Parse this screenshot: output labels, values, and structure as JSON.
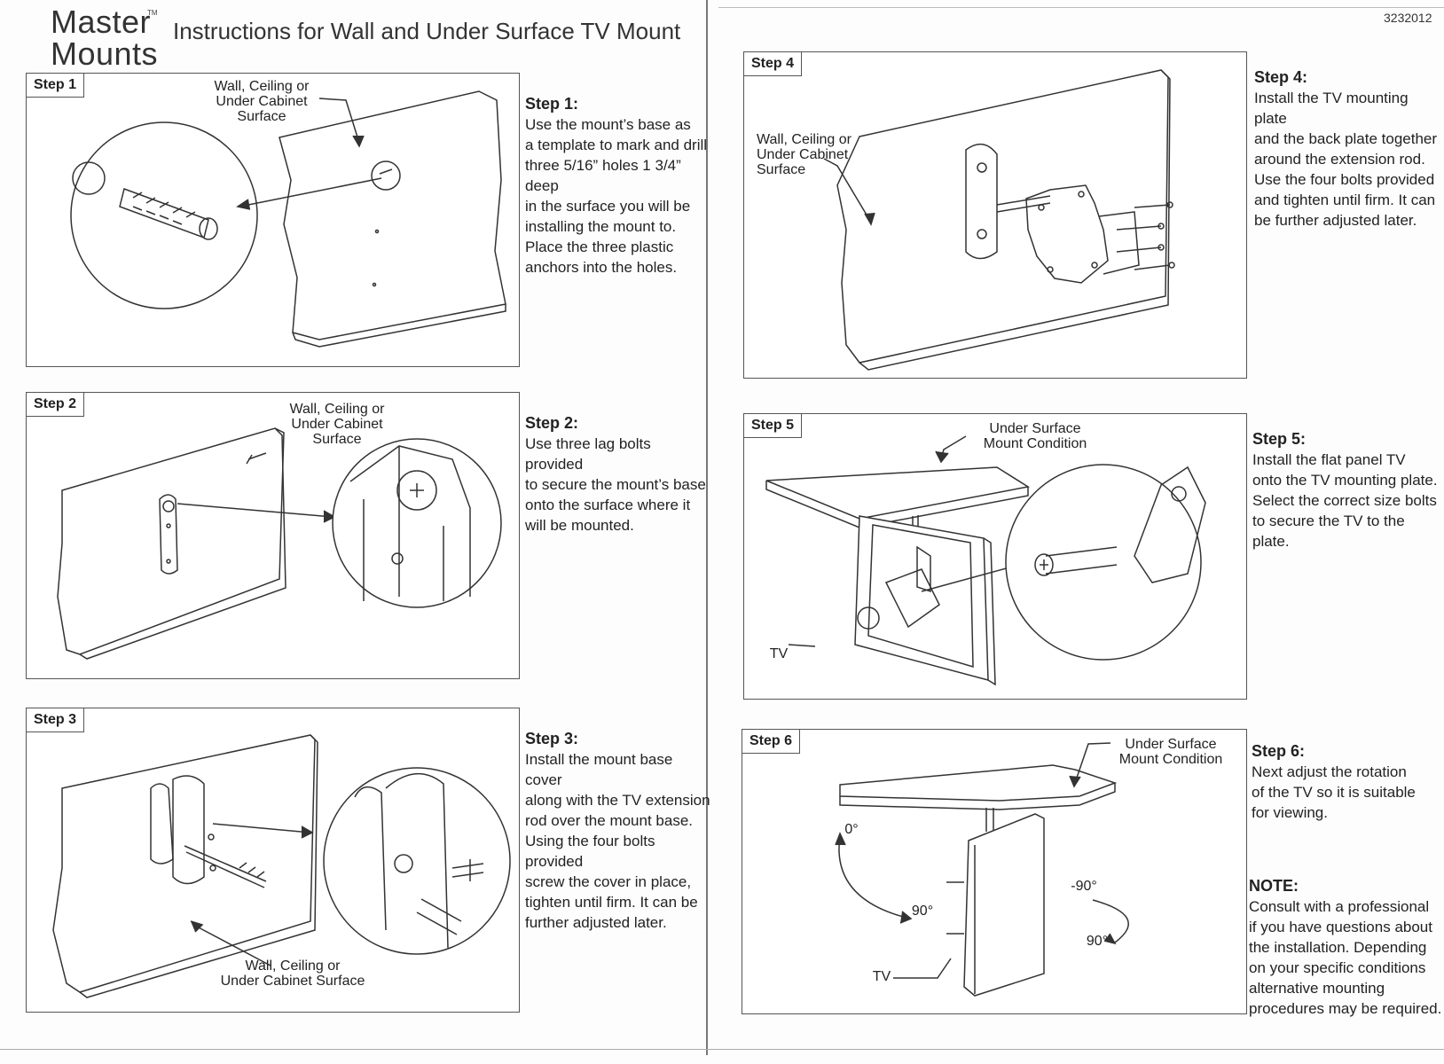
{
  "header": {
    "logo_line1": "Master",
    "logo_line2": "Mounts",
    "trademark": "TM",
    "title": "Instructions for Wall and Under Surface TV Mount",
    "doc_number": "3232012"
  },
  "steps": [
    {
      "tag": "Step 1",
      "label": "Wall, Ceiling or\nUnder Cabinet\nSurface",
      "heading": "Step 1:",
      "body": "Use the mount’s base as\na template to mark and drill\nthree 5/16” holes 1 3/4” deep\nin the surface you will be\ninstalling the mount to.\nPlace the three plastic\nanchors into the holes."
    },
    {
      "tag": "Step 2",
      "label": "Wall, Ceiling or\nUnder Cabinet\nSurface",
      "heading": "Step 2:",
      "body": "Use three lag bolts provided\nto secure the mount’s base\nonto the surface where it\nwill be mounted."
    },
    {
      "tag": "Step 3",
      "label": "Wall, Ceiling or\nUnder Cabinet Surface",
      "heading": "Step 3:",
      "body": "Install the mount base cover\nalong with the TV extension\nrod over the mount base.\nUsing the four bolts provided\nscrew the cover in place,\ntighten until firm. It can be\nfurther adjusted later."
    },
    {
      "tag": "Step 4",
      "label": "Wall, Ceiling or\nUnder Cabinet\nSurface",
      "heading": "Step 4:",
      "body": "Install the TV mounting plate\nand the back plate together\naround the extension rod.\nUse the four bolts provided\nand tighten until firm. It can\nbe further adjusted later."
    },
    {
      "tag": "Step 5",
      "label": "Under Surface\nMount Condition",
      "tv_label": "TV",
      "heading": "Step 5:",
      "body": "Install the flat panel TV\nonto the TV mounting plate.\nSelect the correct size bolts\nto secure the TV to the plate."
    },
    {
      "tag": "Step 6",
      "label": "Under Surface\nMount Condition",
      "tv_label": "TV",
      "angles": {
        "a0": "0°",
        "a90_left": "90°",
        "aneg90": "-90°",
        "a90_right": "90°"
      },
      "heading": "Step 6:",
      "body": "Next adjust the rotation\nof the TV so it is suitable\nfor viewing."
    }
  ],
  "note": {
    "heading": "NOTE:",
    "body": "Consult with a professional\nif you have questions about\nthe installation. Depending\non your specific conditions\nalternative mounting\nprocedures may be required."
  }
}
